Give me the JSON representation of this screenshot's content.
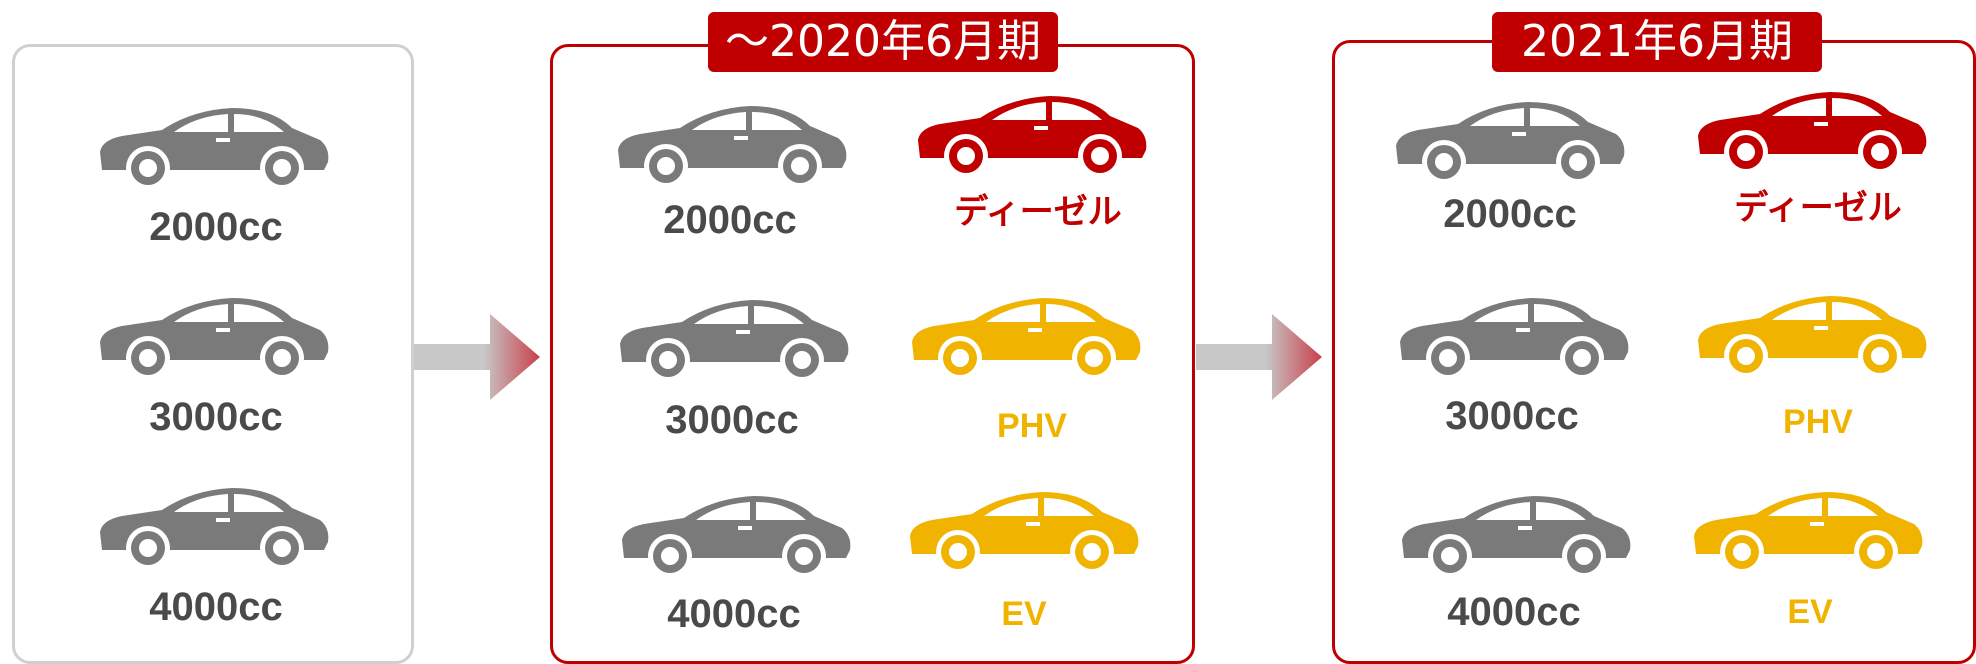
{
  "colors": {
    "gray_car": "#7a7a7a",
    "red_car": "#c00000",
    "yellow_car": "#f0b400",
    "accent": "#c00000"
  },
  "panels": [
    {
      "period": "",
      "left": [
        "2000cc",
        "3000cc",
        "4000cc"
      ],
      "right": []
    },
    {
      "period": "～2020年6月期",
      "left": [
        "2000cc",
        "3000cc",
        "4000cc"
      ],
      "right": [
        "ディーゼル",
        "PHV",
        "EV"
      ]
    },
    {
      "period": "2021年6月期",
      "left": [
        "2000cc",
        "3000cc",
        "4000cc"
      ],
      "right": [
        "ディーゼル",
        "PHV",
        "EV"
      ]
    }
  ]
}
